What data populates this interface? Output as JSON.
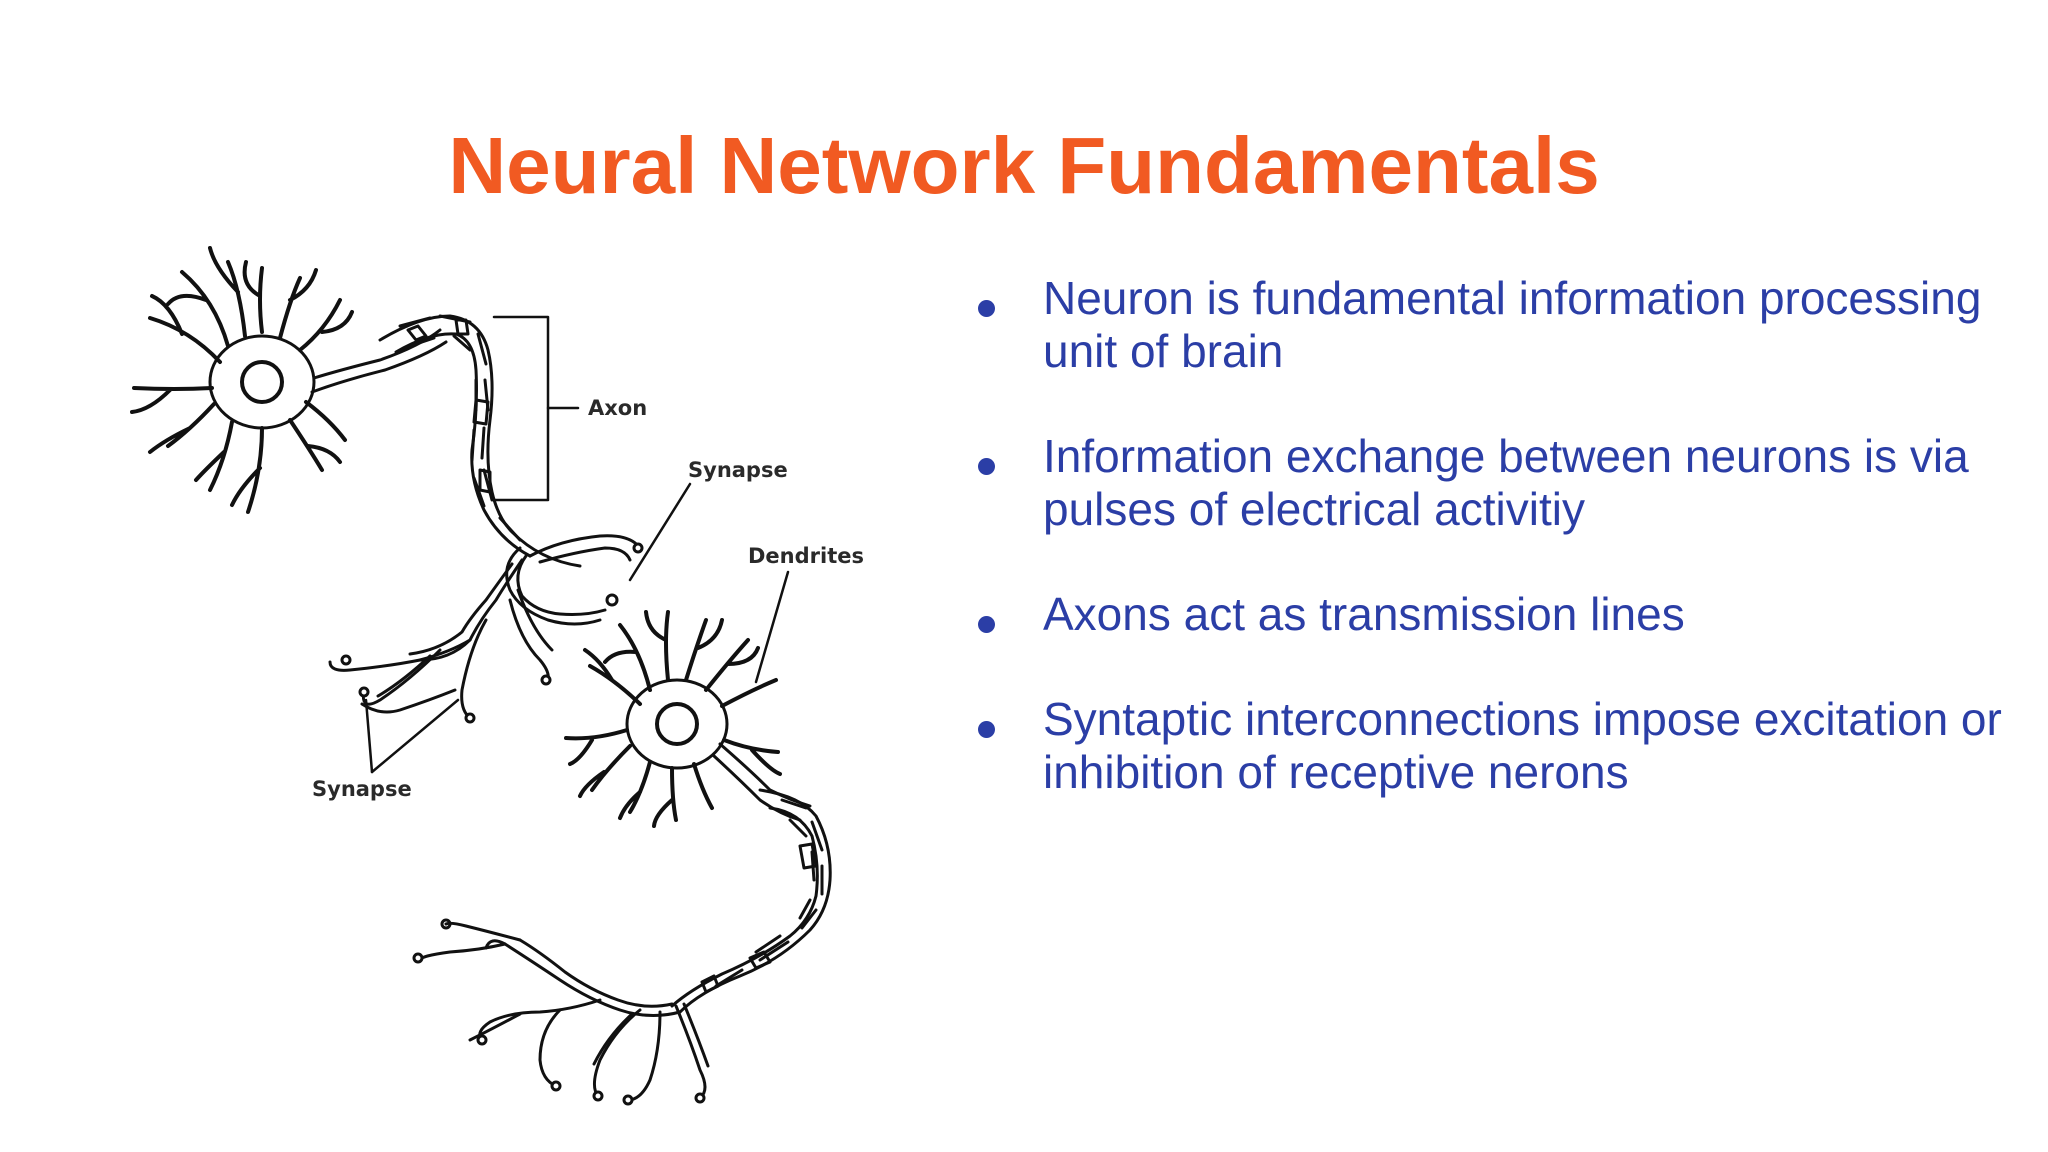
{
  "slide": {
    "title": "Neural Network Fundamentals",
    "title_color": "#f15a22",
    "text_color": "#2b3ea6",
    "bullets": [
      "Neuron is fundamental information processing unit of brain",
      "Information exchange between neurons is via pulses of electrical activitiy",
      "Axons act as transmission lines",
      "Syntaptic interconnections impose excitation or inhibition of receptive nerons"
    ]
  },
  "diagram": {
    "labels": {
      "axon": "Axon",
      "synapse_top": "Synapse",
      "dendrites": "Dendrites",
      "synapse_bottom": "Synapse"
    }
  }
}
